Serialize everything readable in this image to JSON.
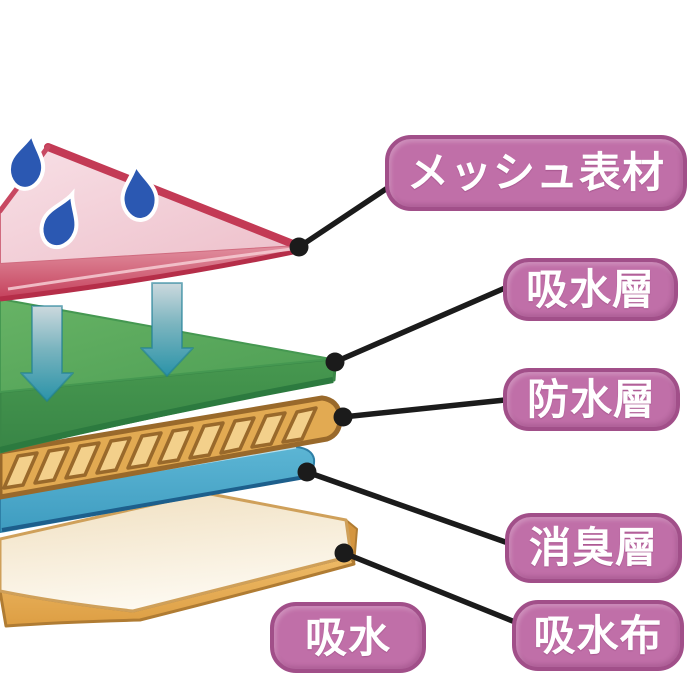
{
  "page": {
    "background": "#ffffff",
    "description": "Exploded diagram of absorbent pad layers with Japanese callout labels"
  },
  "labels": {
    "mesh_surface": {
      "text": "メッシュ表材"
    },
    "absorbent_layer": {
      "text": "吸水層"
    },
    "waterproof_layer": {
      "text": "防水層"
    },
    "deodorizing_layer": {
      "text": "消臭層"
    },
    "absorbent_cloth": {
      "text": "吸水布"
    },
    "absorption": {
      "text": "吸水"
    }
  },
  "label_style": {
    "fill": "#c06fa8",
    "border": "#a14f89",
    "text_color": "#ffffff"
  },
  "diagram": {
    "layers": [
      {
        "name": "mesh-surface-layer",
        "top_color": "#eec3cd",
        "edge_color": "#c33a55"
      },
      {
        "name": "absorbent-layer",
        "top_color": "#58aa5a",
        "edge_color": "#3a8747"
      },
      {
        "name": "waterproof-layer",
        "top_color": "#e2aa52",
        "edge_color": "#99692b",
        "pattern": "diagonal-hatch"
      },
      {
        "name": "deodorizing-layer",
        "top_color": "#49a8c9",
        "edge_color": "#1d5f8c"
      },
      {
        "name": "absorbent-cloth-layer",
        "top_color": "#f2e2c4",
        "edge_color": "#de9f44"
      }
    ],
    "icons": {
      "water_drop": {
        "count": 3,
        "color": "#2b58b2",
        "outline": "#ffffff"
      },
      "down_arrow": {
        "count": 2,
        "color": "#2a93a8"
      }
    },
    "connector": {
      "line_color": "#1b1b1b",
      "dot_color": "#1b1b1b"
    }
  }
}
